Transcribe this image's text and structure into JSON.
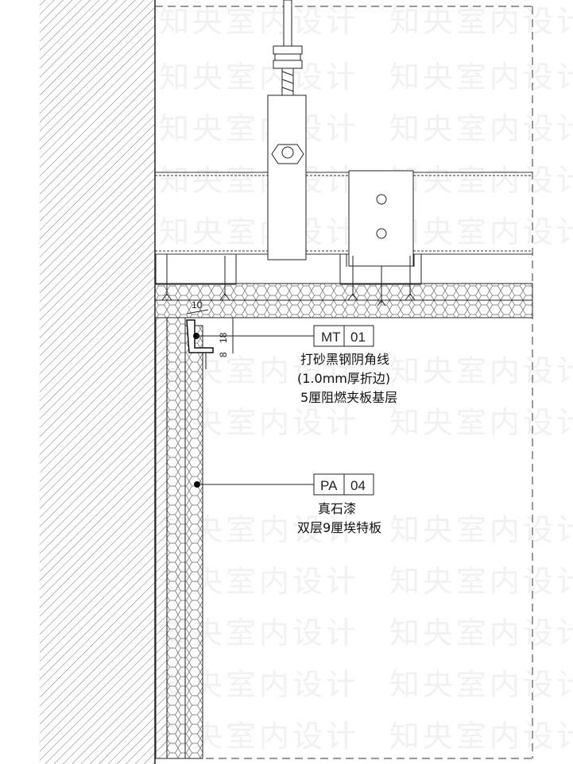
{
  "watermark": "知央室内设计",
  "dimensions": {
    "d1": "10",
    "d2": "18",
    "d3": "8"
  },
  "callouts": [
    {
      "code": "MT",
      "number": "01",
      "lines": [
        "打砂黑钢阴角线",
        "(1.0mm厚折边)",
        "5厘阻燃夹板基层"
      ]
    },
    {
      "code": "PA",
      "number": "04",
      "lines": [
        "真石漆",
        "双层9厘埃特板"
      ]
    }
  ]
}
